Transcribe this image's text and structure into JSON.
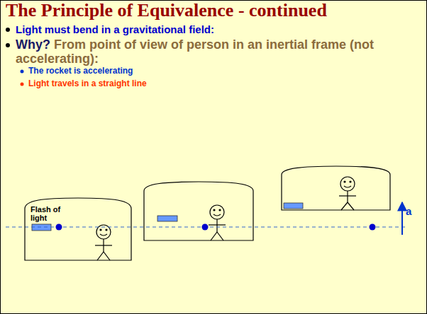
{
  "diagram": {
    "title": "The Principle of Equivalence - continued",
    "nodes": [
      {
        "text": [
          "Flash of light"
        ]
      }
    ],
    "labels": [
      "Light must bend in a gravitational field:",
      "Why?",
      "From point of view of person in an inertial frame (not accelerating):",
      "The rocket is accelerating",
      "Light travels in a straight line",
      "a"
    ]
  }
}
